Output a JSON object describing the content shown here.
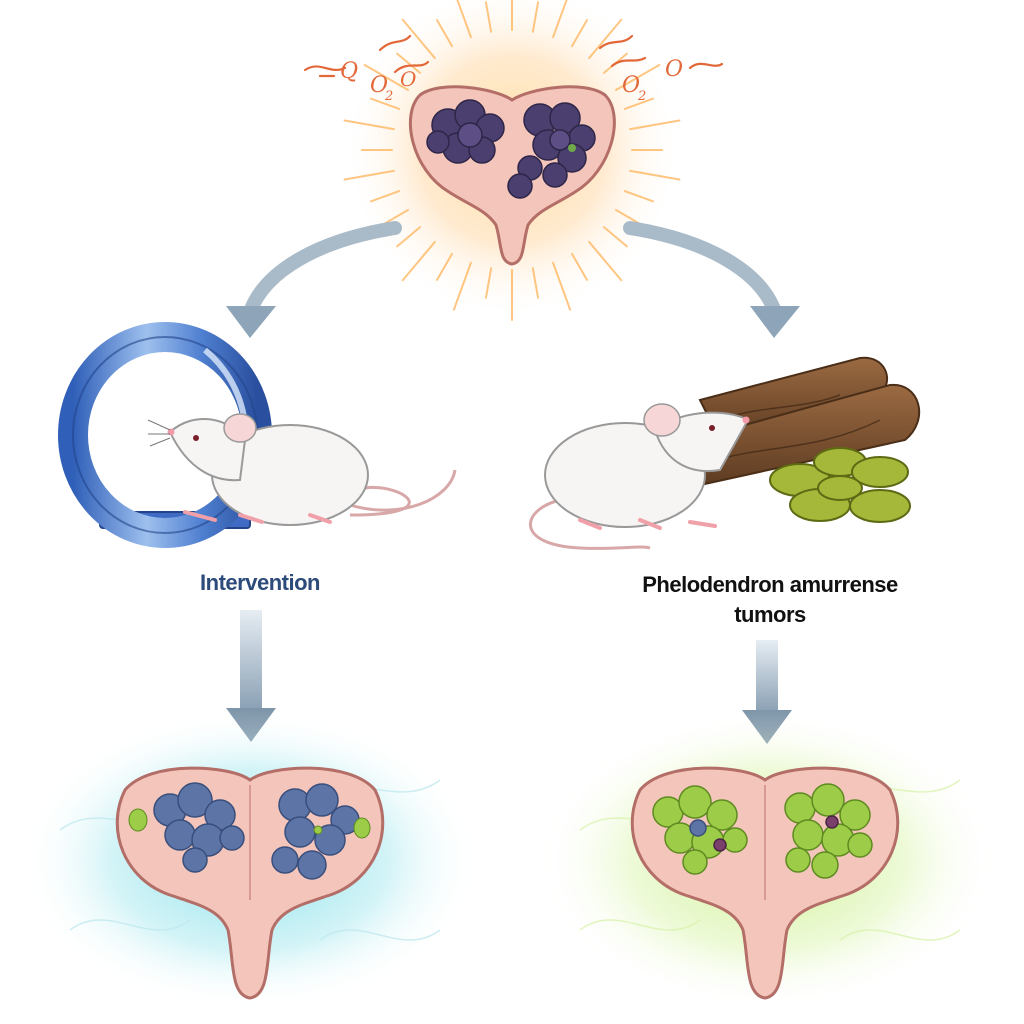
{
  "labels": {
    "intervention": "Intervention",
    "phellodendron_line1": "Phelodendron amurrense",
    "phellodendron_line2": "tumors"
  },
  "header_glyphs": {
    "left": [
      "Q",
      "O",
      "2",
      "O"
    ],
    "right": [
      "O",
      "2",
      "O"
    ]
  },
  "colors": {
    "arrow": "#8ea4b8",
    "tissue": "#f4c6bb",
    "tissue_outline": "#b46e68",
    "tumor_dark": "#4a3f6e",
    "tumor_blue": "#5c74a6",
    "tumor_green": "#9ccc48",
    "wheel": "#3f6bc4",
    "glow_orange": "#ffc878",
    "glow_cyan": "#5fd0d8",
    "glow_green": "#b8e870",
    "bark": "#7a5232",
    "pellet": "#a6b83a"
  },
  "icons": {
    "top": "prostate-tumor-icon",
    "left_subject": "mouse-on-wheel-icon",
    "right_subject": "mouse-with-bark-icon",
    "bottom_left": "reduced-tumor-icon",
    "bottom_right": "treated-tumor-icon"
  }
}
